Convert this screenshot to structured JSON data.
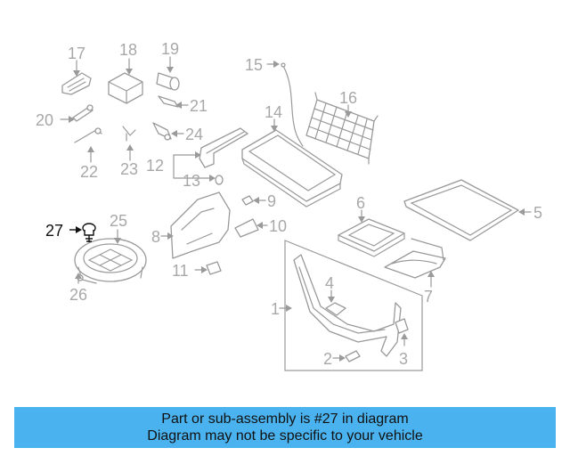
{
  "callouts": {
    "c1": "1",
    "c2": "2",
    "c3": "3",
    "c4": "4",
    "c5": "5",
    "c6": "6",
    "c7": "7",
    "c8": "8",
    "c9": "9",
    "c10": "10",
    "c11": "11",
    "c12": "12",
    "c13": "13",
    "c14": "14",
    "c15": "15",
    "c16": "16",
    "c17": "17",
    "c18": "18",
    "c19": "19",
    "c20": "20",
    "c21": "21",
    "c22": "22",
    "c23": "23",
    "c24": "24",
    "c25": "25",
    "c26": "26",
    "c27": "27"
  },
  "highlighted_part": "27",
  "colors": {
    "banner_bg": "#4ab3ef",
    "line_art": "#9a9a9a",
    "callout_text": "#a8a8a8",
    "highlight_text": "#111111"
  },
  "banner": {
    "line1": "Part or sub-assembly is #27 in diagram",
    "line2": "Diagram may not be specific to your vehicle"
  }
}
